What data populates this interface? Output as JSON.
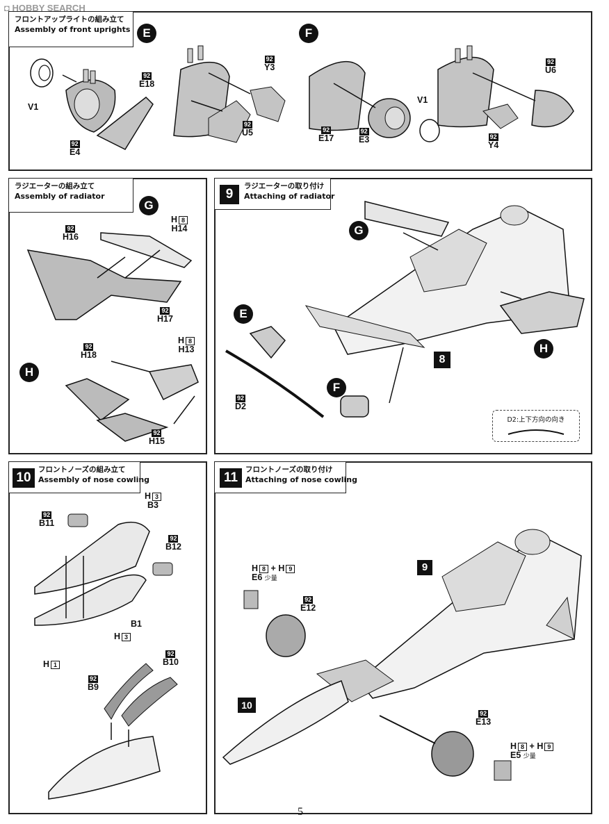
{
  "watermark": "HOBBY SEARCH",
  "page_number": "5",
  "steps": {
    "front_uprights": {
      "jp": "フロントアップライトの組み立て",
      "en": "Assembly of front uprights"
    },
    "radiator": {
      "jp": "ラジエーターの組み立て",
      "en": "Assembly of radiator"
    },
    "attach_radiator": {
      "num": "9",
      "jp": "ラジエーターの取り付け",
      "en": "Attaching of radiator"
    },
    "nose": {
      "num": "10",
      "jp": "フロントノーズの組み立て",
      "en": "Assembly of nose cowling"
    },
    "attach_nose": {
      "num": "11",
      "jp": "フロントノーズの取り付け",
      "en": "Attaching of nose cowling"
    }
  },
  "sub": {
    "E": "E",
    "F": "F",
    "G": "G",
    "H": "H",
    "eight": "8",
    "nine": "9",
    "ten": "10"
  },
  "tags": {
    "n92": "92",
    "H": "H",
    "plus": "+",
    "eight": "8",
    "nine": "9",
    "one": "1",
    "three": "3",
    "small": "少量"
  },
  "parts": {
    "V1": "V1",
    "E4": "E4",
    "E18": "E18",
    "Y3": "Y3",
    "U5": "U5",
    "E17": "E17",
    "E3": "E3",
    "Y4": "Y4",
    "U6": "U6",
    "H16": "H16",
    "H14": "H14",
    "H17": "H17",
    "H18": "H18",
    "H13": "H13",
    "H15": "H15",
    "D2": "D2",
    "B11": "B11",
    "B3": "B3",
    "B12": "B12",
    "B1": "B1",
    "B9": "B9",
    "B10": "B10",
    "E6": "E6",
    "E12": "E12",
    "E13": "E13",
    "E5": "E5"
  },
  "note_d2": "D2:上下方向の向き"
}
